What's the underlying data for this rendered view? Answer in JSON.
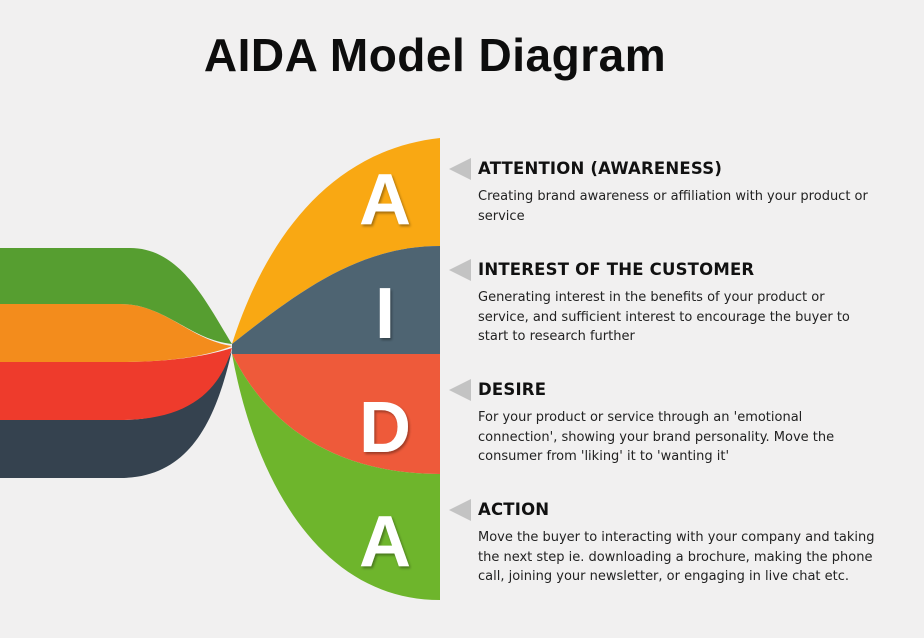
{
  "title": "AIDA Model Diagram",
  "colors": {
    "green": "#569e30",
    "orange": "#f38c1c",
    "red": "#ee3b2c",
    "navy": "#35424f",
    "yellow": "#f9a813",
    "slate": "#4e6472",
    "coral": "#ee5a3a",
    "lime": "#6eb52c"
  },
  "stages": [
    {
      "letter": "A",
      "heading": "ATTENTION (AWARENESS)",
      "description": "Creating brand awareness or affiliation with your product or service"
    },
    {
      "letter": "I",
      "heading": "INTEREST OF THE CUSTOMER",
      "description": "Generating interest in the benefits of your product or service, and sufficient interest to encourage the buyer to start to research further"
    },
    {
      "letter": "D",
      "heading": "DESIRE",
      "description": "For your product or service through an 'emotional connection', showing your brand personality. Move the consumer from 'liking' it to 'wanting it'"
    },
    {
      "letter": "A",
      "heading": "ACTION",
      "description": "Move the buyer to interacting with your company and taking the next step ie. downloading a brochure, making the phone call, joining your newsletter, or engaging in live chat etc."
    }
  ]
}
